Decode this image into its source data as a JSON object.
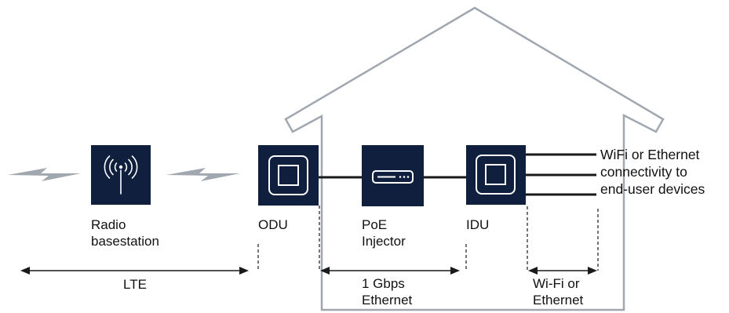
{
  "colors": {
    "device_box": "#0f1f3d",
    "house_outline": "#a0a7ae",
    "lightning": "#a0a7ae",
    "cable": "#1a1a1a",
    "text": "#111111"
  },
  "devices": {
    "radio": {
      "icon": "radio-tower-icon",
      "label_lines": [
        "Radio",
        "basestation"
      ]
    },
    "odu": {
      "icon": "square-unit-icon",
      "label": "ODU"
    },
    "poe": {
      "icon": "injector-icon",
      "label_lines": [
        "PoE",
        "Injector"
      ]
    },
    "idu": {
      "icon": "square-unit-icon",
      "label": "IDU"
    }
  },
  "connectivity_lines": [
    "WiFi or Ethernet",
    "connectivity to",
    "end-user devices"
  ],
  "links": {
    "lte": {
      "label": "LTE"
    },
    "ethernet": {
      "label_lines": [
        "1 Gbps",
        "Ethernet"
      ]
    },
    "wifi": {
      "label_lines": [
        "Wi-Fi or",
        "Ethernet"
      ]
    }
  }
}
